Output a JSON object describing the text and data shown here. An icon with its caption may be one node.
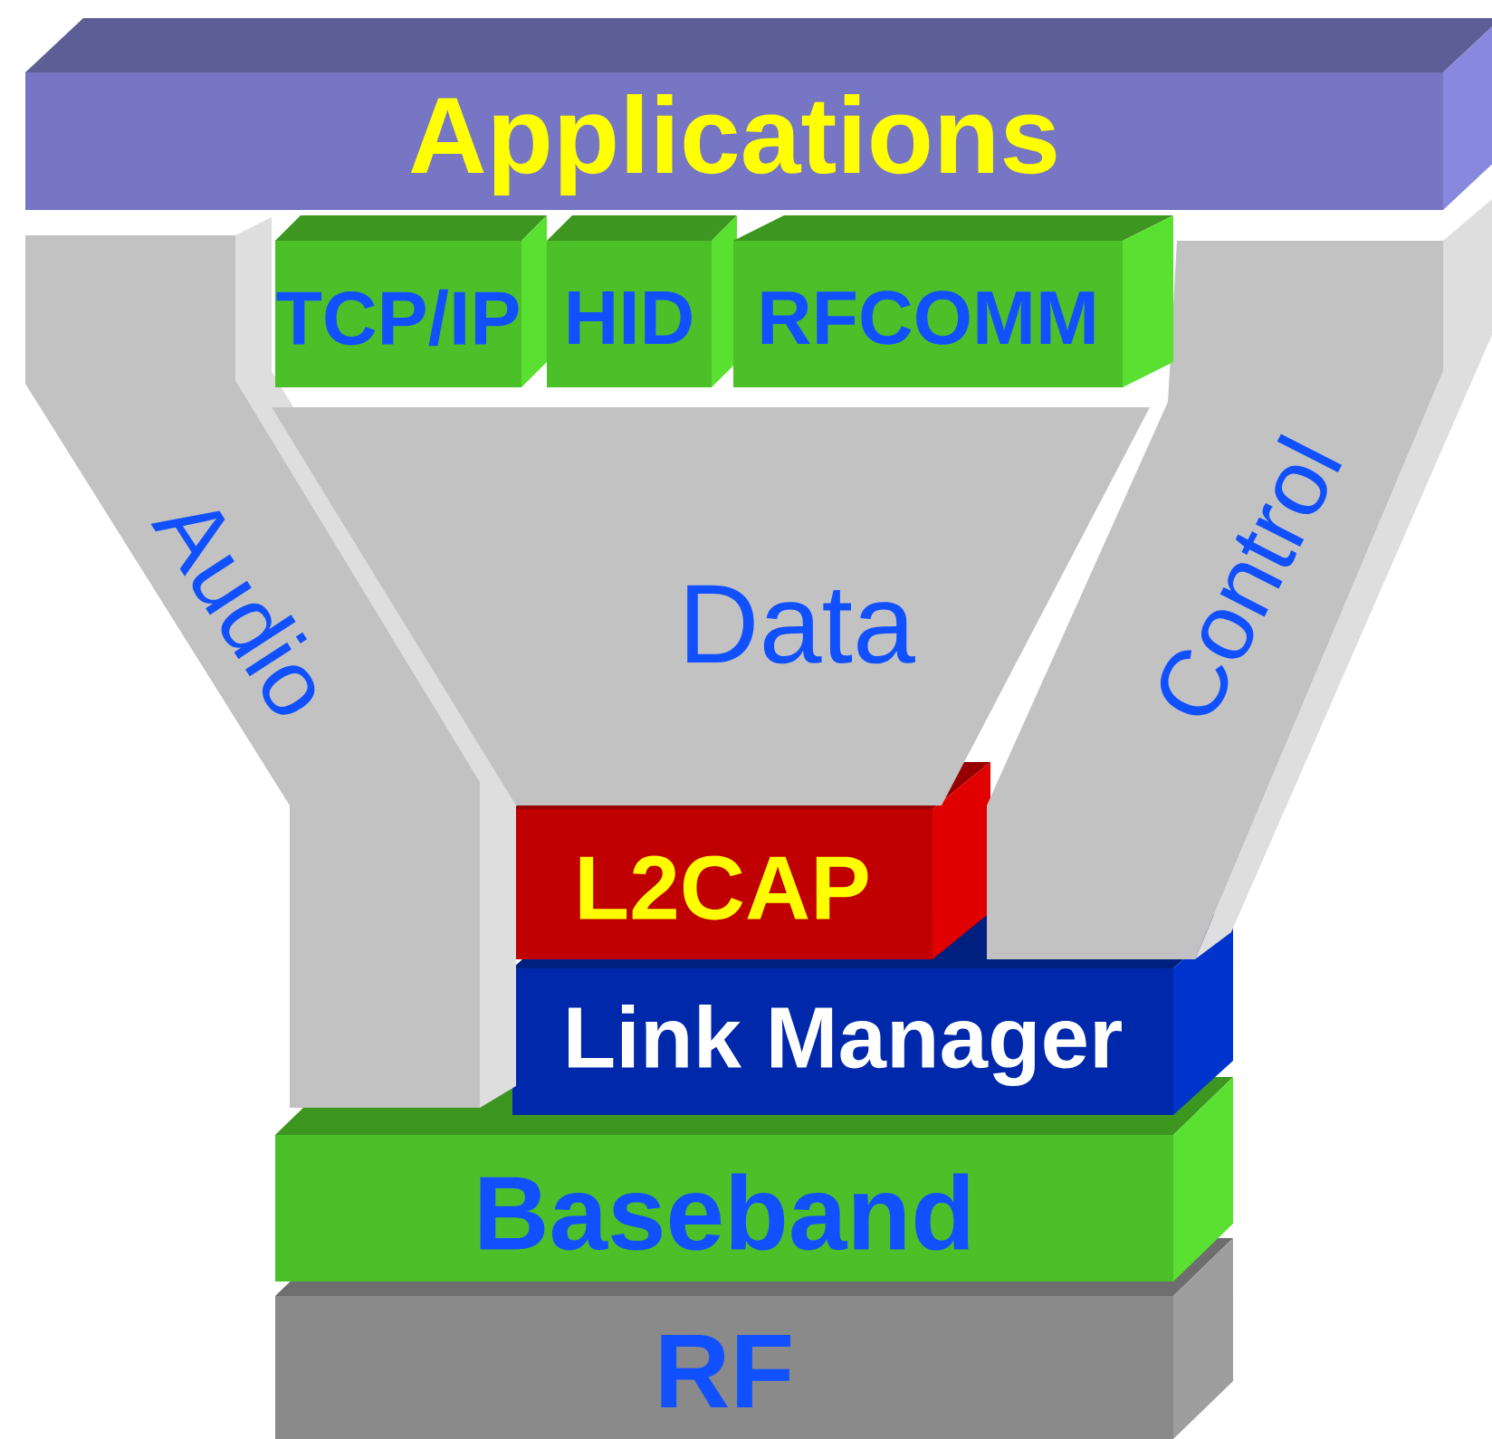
{
  "diagram": {
    "nodes": [
      {
        "text": [
          "Applications"
        ]
      },
      {
        "text": [
          "TCP/IP"
        ]
      },
      {
        "text": [
          "HID"
        ]
      },
      {
        "text": [
          "RFCOMM"
        ]
      },
      {
        "text": [
          "Audio"
        ]
      },
      {
        "text": [
          "Data"
        ]
      },
      {
        "text": [
          "Control"
        ]
      },
      {
        "text": [
          "L2CAP"
        ]
      },
      {
        "text": [
          "Link Manager"
        ]
      },
      {
        "text": [
          "Baseband"
        ]
      },
      {
        "text": [
          "RF"
        ]
      }
    ]
  }
}
